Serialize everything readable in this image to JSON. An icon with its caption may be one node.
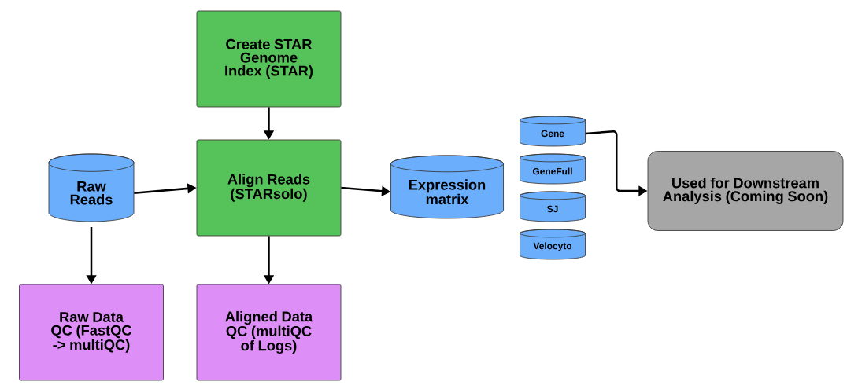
{
  "diagram": {
    "nodes": [
      {
        "text": [
          "Create STAR Genome Index (STAR)"
        ]
      },
      {
        "text": [
          "Raw Reads"
        ]
      },
      {
        "text": [
          "Align Reads (STARsolo)"
        ]
      },
      {
        "text": [
          "Expression matrix"
        ]
      },
      {
        "text": [
          "Gene"
        ]
      },
      {
        "text": [
          "GeneFull"
        ]
      },
      {
        "text": [
          "SJ"
        ]
      },
      {
        "text": [
          "Velocyto"
        ]
      },
      {
        "text": [
          "Used for Downstream Analysis (Coming Soon)"
        ]
      },
      {
        "text": [
          "Raw Data QC (FastQC -> multiQC)"
        ]
      },
      {
        "text": [
          "Aligned Data QC (multiQC of Logs)"
        ]
      }
    ],
    "edges": [
      {
        "from": 0,
        "to": 2,
        "arrow": "to"
      },
      {
        "from": 1,
        "to": 2,
        "arrow": "to"
      },
      {
        "from": 2,
        "to": 3,
        "arrow": "to"
      },
      {
        "from": 4,
        "to": 8,
        "arrow": "to"
      },
      {
        "from": 1,
        "to": 9,
        "arrow": "to"
      },
      {
        "from": 2,
        "to": 10,
        "arrow": "to"
      }
    ]
  }
}
